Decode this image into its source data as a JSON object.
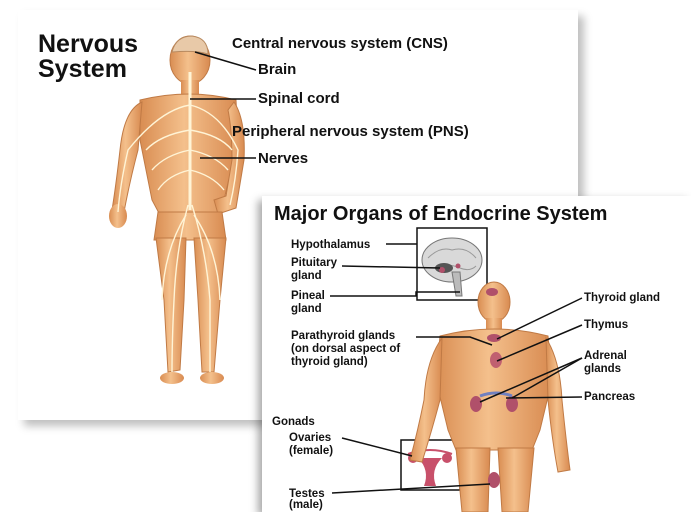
{
  "nervous": {
    "title_line1": "Nervous",
    "title_line2": "System",
    "labels": {
      "cns": "Central nervous system (CNS)",
      "brain": "Brain",
      "spinal_cord": "Spinal cord",
      "pns": "Peripheral nervous system (PNS)",
      "nerves": "Nerves"
    }
  },
  "endocrine": {
    "title": "Major Organs of Endocrine System",
    "labels": {
      "hypothalamus": "Hypothalamus",
      "pituitary_1": "Pituitary",
      "pituitary_2": "gland",
      "pineal_1": "Pineal",
      "pineal_2": "gland",
      "parathyroid_1": "Parathyroid glands",
      "parathyroid_2": "(on dorsal aspect of",
      "parathyroid_3": "thyroid gland)",
      "gonads": "Gonads",
      "ovaries_1": "Ovaries",
      "ovaries_2": "(female)",
      "testes_1": "Testes",
      "testes_2": "(male)",
      "thyroid": "Thyroid gland",
      "thymus": "Thymus",
      "adrenal_1": "Adrenal",
      "adrenal_2": "glands",
      "pancreas": "Pancreas"
    }
  },
  "colors": {
    "skin": "#f0b983",
    "skin_shadow": "#d88e55",
    "nerve": "#fff4d6",
    "gland": "#b0506a",
    "leader_line": "#111111"
  }
}
